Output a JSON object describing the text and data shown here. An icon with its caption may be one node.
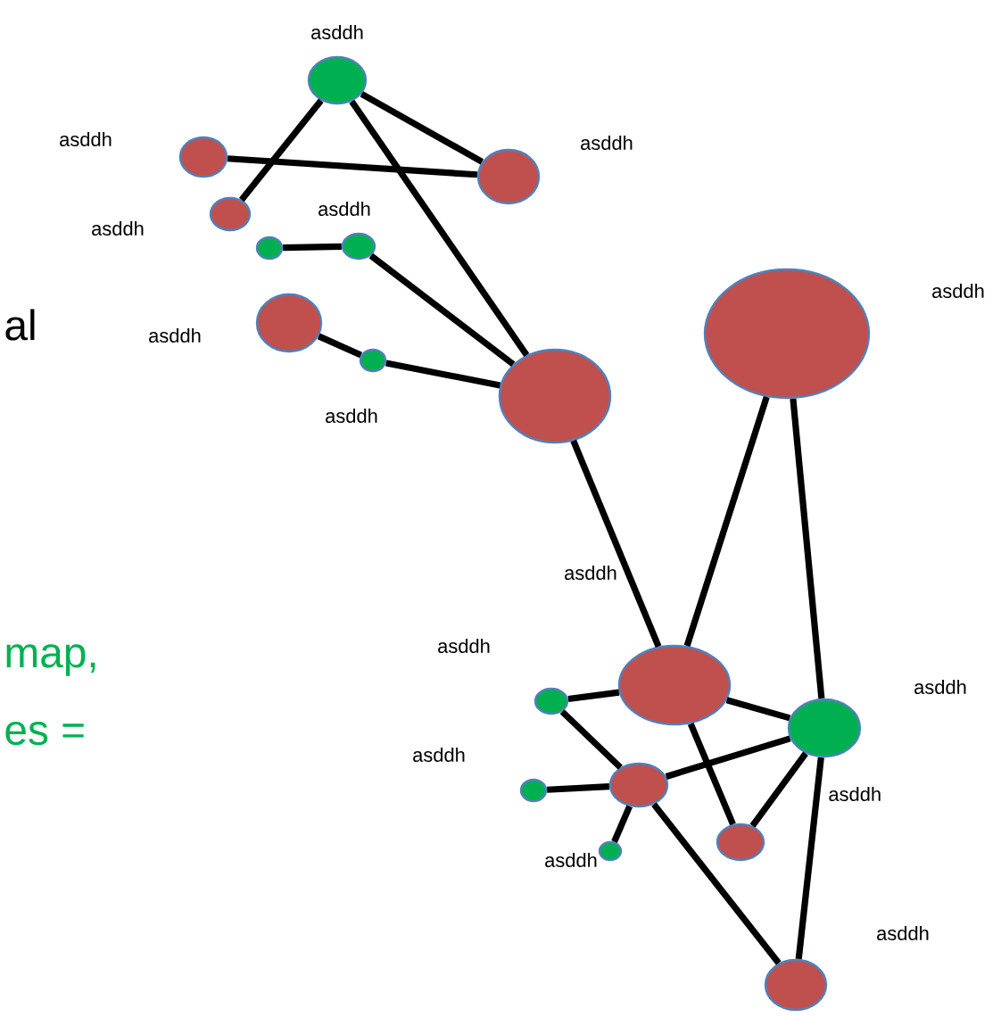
{
  "diagram": {
    "nodes": [
      {
        "text": [],
        "shape": "circle",
        "beside": [
          "asddh"
        ]
      },
      {
        "text": [],
        "shape": "circle",
        "beside": [
          "asddh"
        ]
      },
      {
        "text": [],
        "shape": "circle",
        "beside": [
          "asddh"
        ]
      },
      {
        "text": [],
        "shape": "circle",
        "beside": [
          "asddh"
        ]
      },
      {
        "text": [],
        "shape": "circle"
      },
      {
        "text": [],
        "shape": "circle",
        "beside": [
          "asddh"
        ]
      },
      {
        "text": [],
        "shape": "circle",
        "beside": [
          "asddh"
        ]
      },
      {
        "text": [],
        "shape": "circle",
        "beside": [
          "asddh"
        ]
      },
      {
        "text": [],
        "shape": "circle"
      },
      {
        "text": [],
        "shape": "circle",
        "beside": [
          "asddh"
        ]
      },
      {
        "text": [],
        "shape": "circle",
        "beside": [
          "asddh"
        ]
      },
      {
        "text": [],
        "shape": "circle",
        "beside": [
          "asddh"
        ]
      },
      {
        "text": [],
        "shape": "circle",
        "beside": [
          "asddh"
        ]
      },
      {
        "text": [],
        "shape": "circle",
        "beside": [
          "asddh"
        ]
      },
      {
        "text": [],
        "shape": "circle"
      },
      {
        "text": [],
        "shape": "circle",
        "beside": [
          "asddh"
        ]
      },
      {
        "text": [],
        "shape": "circle"
      },
      {
        "text": [],
        "shape": "circle",
        "beside": [
          "asddh"
        ]
      }
    ],
    "edges": [
      {
        "from": 0,
        "to": 3,
        "arrow": "none"
      },
      {
        "from": 0,
        "to": 2,
        "arrow": "none"
      },
      {
        "from": 0,
        "to": 8,
        "arrow": "none"
      },
      {
        "from": 1,
        "to": 2,
        "arrow": "none"
      },
      {
        "from": 4,
        "to": 5,
        "arrow": "none"
      },
      {
        "from": 5,
        "to": 8,
        "arrow": "none"
      },
      {
        "from": 6,
        "to": 7,
        "arrow": "none"
      },
      {
        "from": 7,
        "to": 8,
        "arrow": "none"
      },
      {
        "from": 8,
        "to": 10,
        "arrow": "none"
      },
      {
        "from": 9,
        "to": 10,
        "arrow": "none"
      },
      {
        "from": 9,
        "to": 12,
        "arrow": "none"
      },
      {
        "from": 10,
        "to": 11,
        "arrow": "none"
      },
      {
        "from": 10,
        "to": 12,
        "arrow": "none"
      },
      {
        "from": 10,
        "to": 16,
        "arrow": "none"
      },
      {
        "from": 11,
        "to": 14,
        "arrow": "none"
      },
      {
        "from": 13,
        "to": 14,
        "arrow": "none"
      },
      {
        "from": 14,
        "to": 12,
        "arrow": "none"
      },
      {
        "from": 14,
        "to": 15,
        "arrow": "none"
      },
      {
        "from": 14,
        "to": 17,
        "arrow": "none"
      },
      {
        "from": 12,
        "to": 16,
        "arrow": "none"
      },
      {
        "from": 12,
        "to": 17,
        "arrow": "none"
      }
    ],
    "labels": [
      "al",
      "map,",
      "es =",
      "asddh"
    ]
  }
}
